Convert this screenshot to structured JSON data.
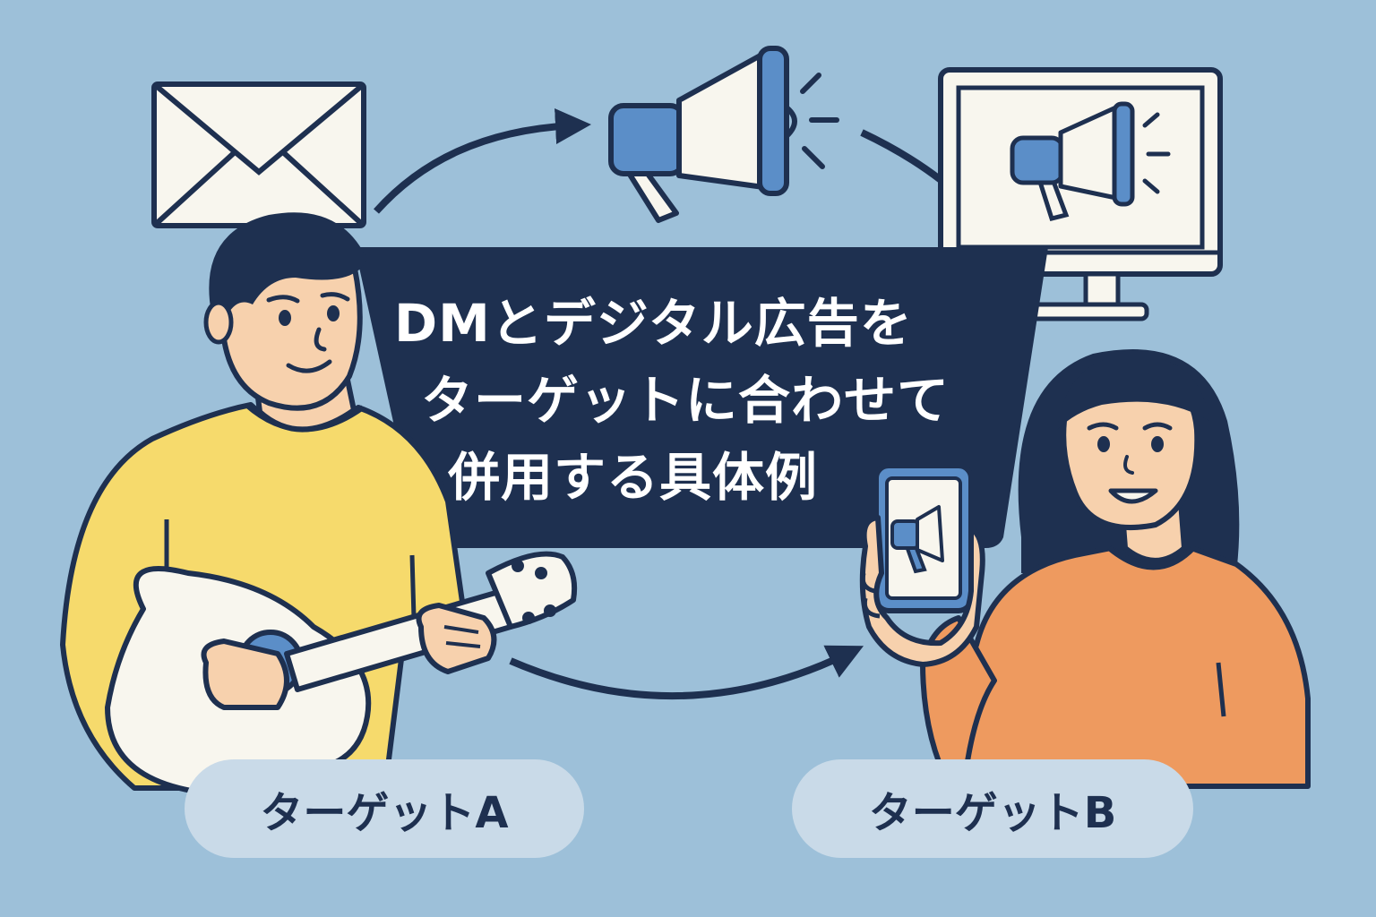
{
  "title": {
    "line1": "DMとデジタル広告を",
    "line2": "ターゲットに合わせて",
    "line3": "併用する具体例"
  },
  "targets": {
    "a_label": "ターゲットA",
    "b_label": "ターゲットB"
  },
  "colors": {
    "background": "#9dc0d9",
    "banner": "#1e3050",
    "accent_blue": "#5b8ec8",
    "shirt_yellow": "#f6da6c",
    "shirt_orange": "#ee9a5f",
    "skin": "#f7d1ad",
    "pill": "#c9dae8"
  },
  "icons": [
    "envelope-icon",
    "megaphone-icon",
    "monitor-icon",
    "smartphone-icon",
    "arrow-icon"
  ]
}
